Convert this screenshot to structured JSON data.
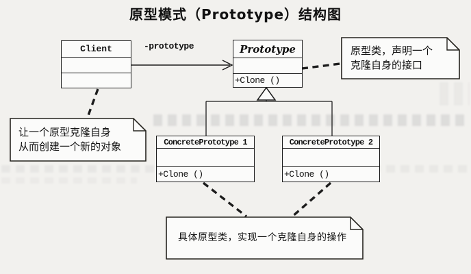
{
  "title": "原型模式（Prototype）结构图",
  "classes": {
    "client": {
      "name": "Client"
    },
    "prototype": {
      "name": "Prototype",
      "method": "+Clone ()"
    },
    "concrete1": {
      "name": "ConcretePrototype 1",
      "method": "+Clone ()"
    },
    "concrete2": {
      "name": "ConcretePrototype 2",
      "method": "+Clone ()"
    }
  },
  "association_label": "-prototype",
  "notes": {
    "client_note": {
      "lines": [
        "让一个原型克隆自身",
        "从而创建一个新的对象"
      ]
    },
    "prototype_note": {
      "lines": [
        "原型类，声明一个",
        "克隆自身的接口"
      ]
    },
    "concrete_note": {
      "lines": [
        "具体原型类，实现一个克隆自身的操作"
      ]
    }
  },
  "colors": {
    "background": "#f2f1ee",
    "box_fill": "#fbfbfa",
    "line": "#1c1c1c",
    "text": "#111111"
  }
}
